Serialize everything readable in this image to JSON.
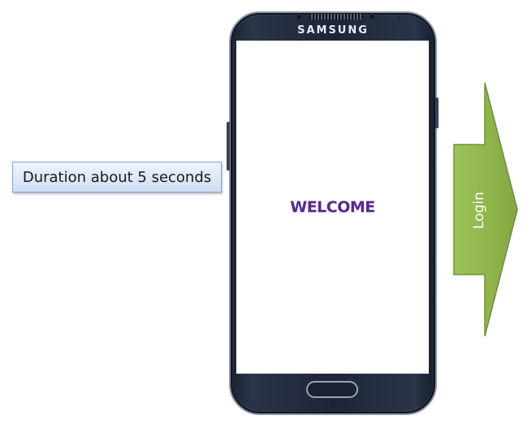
{
  "callout": {
    "text": "Duration about 5 seconds"
  },
  "phone": {
    "brand": "SAMSUNG"
  },
  "screen": {
    "welcome_text": "WELCOME"
  },
  "next_step": {
    "label": "Login",
    "color": "#8db24b"
  }
}
